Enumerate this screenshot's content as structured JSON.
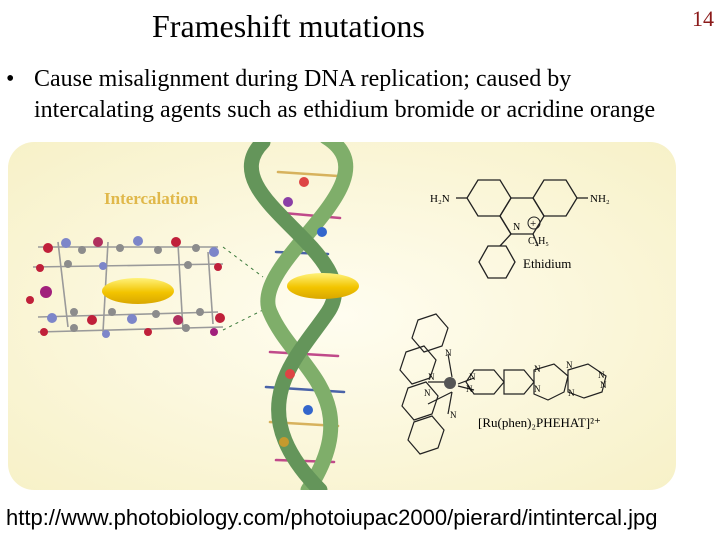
{
  "slide": {
    "title": "Frameshift mutations",
    "page_number": "14",
    "bullet": "Cause misalignment during DNA replication; caused by intercalating agents such as ethidium bromide or acridine orange",
    "source_url": "http://www.photobiology.com/photoiupac2000/pierard/intintercal.jpg"
  },
  "figure": {
    "intercalation_label": "Intercalation",
    "ethidium_label": "Ethidium",
    "h2n": "H₂N",
    "nh2": "NH₂",
    "n_plus": "N",
    "ethyl": "C₂H₅",
    "ru_complex_label": "[Ru(phen)₂PHEHAT]²⁺",
    "n": "N"
  }
}
